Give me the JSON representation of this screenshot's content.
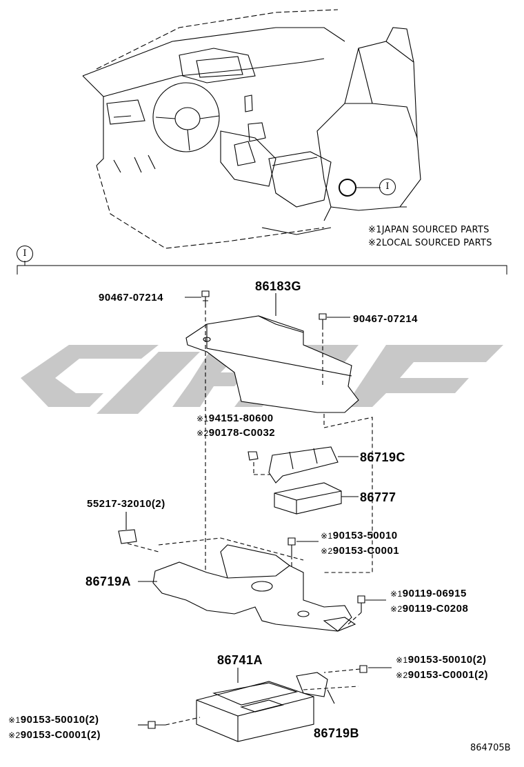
{
  "notes": {
    "n1_mark": "※1",
    "n1_text": "JAPAN SOURCED PARTS",
    "n2_mark": "※2",
    "n2_text": "LOCAL SOURCED PARTS"
  },
  "view_ref": "I",
  "parts": {
    "p86183G": "86183G",
    "bolt_left": "90467-07214",
    "bolt_right": "90467-07214",
    "nut_m1": "※1",
    "nut_p1": "94151-80600",
    "nut_m2": "※2",
    "nut_p2": "90178-C0032",
    "p86719C": "86719C",
    "p86777": "86777",
    "clip": "55217-32010(2)",
    "scr_m1": "※1",
    "scr_p1": "90153-50010",
    "scr_m2": "※2",
    "scr_p2": "90153-C0001",
    "p86719A": "86719A",
    "bolt2_m1": "※1",
    "bolt2_p1": "90119-06915",
    "bolt2_m2": "※2",
    "bolt2_p2": "90119-C0208",
    "p86741A": "86741A",
    "rs_m1": "※1",
    "rs_p1": "90153-50010(2)",
    "rs_m2": "※2",
    "rs_p2": "90153-C0001(2)",
    "ls_m1": "※1",
    "ls_p1": "90153-50010(2)",
    "ls_m2": "※2",
    "ls_p2": "90153-C0001(2)",
    "p86719B": "86719B"
  },
  "diagram_code": "864705B",
  "colors": {
    "watermark": "#c8c8c8",
    "line": "#000000"
  }
}
